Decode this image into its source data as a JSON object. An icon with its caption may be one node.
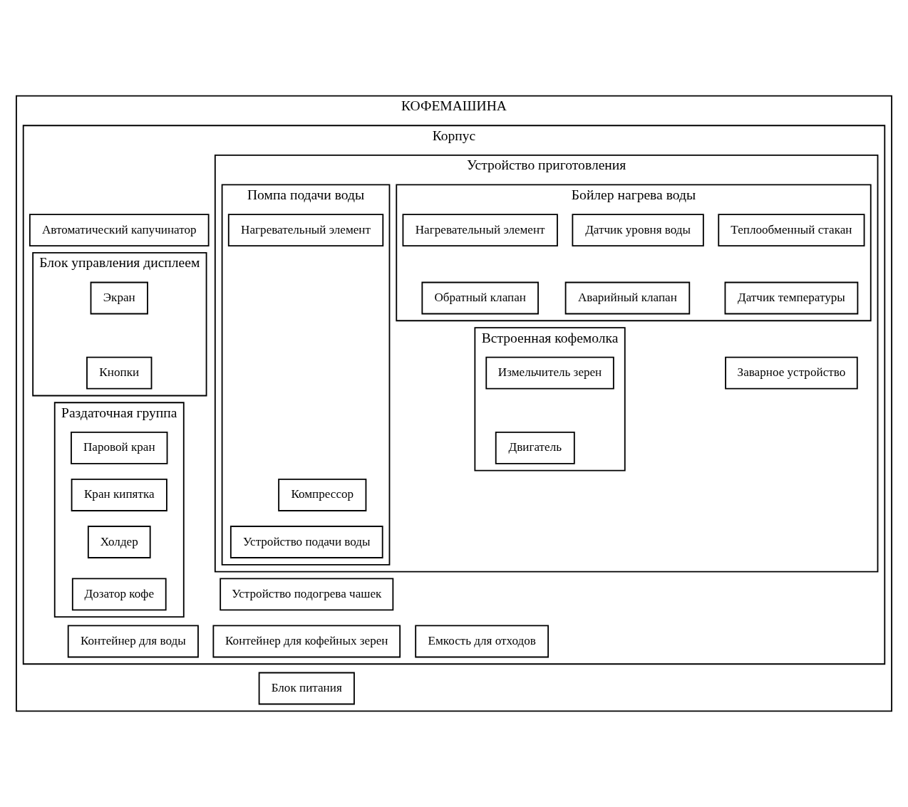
{
  "diagram": {
    "nodes": [
      {
        "text": [
          "КОФЕМАШИНА"
        ]
      },
      {
        "text": [
          "Корпус"
        ],
        "in": 0
      },
      {
        "text": [
          "Устройство приготовления"
        ],
        "in": 1
      },
      {
        "text": [
          "Бойлер нагрева воды"
        ],
        "in": 2
      },
      {
        "text": [
          "Датчик уровня воды"
        ],
        "in": 3
      },
      {
        "text": [
          "Теплообменный стакан"
        ],
        "in": 3
      },
      {
        "text": [
          "Нагревательный элемент"
        ],
        "in": 3
      },
      {
        "text": [
          "Аварийный клапан"
        ],
        "in": 3
      },
      {
        "text": [
          "Датчик температуры"
        ],
        "in": 3
      },
      {
        "text": [
          "Обратный клапан"
        ],
        "in": 3
      },
      {
        "text": [
          "Встроенная кофемолка"
        ],
        "in": 2
      },
      {
        "text": [
          "Измельчитель зерен"
        ],
        "in": 10
      },
      {
        "text": [
          "Двигатель"
        ],
        "in": 10
      },
      {
        "text": [
          "Заварное устройство"
        ],
        "in": 2
      },
      {
        "text": [
          "Помпа подачи воды"
        ],
        "in": 2
      },
      {
        "text": [
          "Компрессор"
        ],
        "in": 14
      },
      {
        "text": [
          "Устройство подачи воды"
        ],
        "in": 14
      },
      {
        "text": [
          "Нагревательный элемент"
        ],
        "in": 14
      },
      {
        "text": [
          "Автоматический капучинатор"
        ],
        "in": 1
      },
      {
        "text": [
          "Блок управления дисплеем"
        ],
        "in": 1
      },
      {
        "text": [
          "Экран"
        ],
        "in": 19
      },
      {
        "text": [
          "Кнопки"
        ],
        "in": 19
      },
      {
        "text": [
          "Раздаточная группа"
        ],
        "in": 1
      },
      {
        "text": [
          "Паровой кран"
        ],
        "in": 22
      },
      {
        "text": [
          "Кран кипятка"
        ],
        "in": 22
      },
      {
        "text": [
          "Холдер"
        ],
        "in": 22
      },
      {
        "text": [
          "Дозатор кофе"
        ],
        "in": 22
      },
      {
        "text": [
          "Устройство подогрева чашек"
        ],
        "in": 1
      },
      {
        "text": [
          "Контейнер для воды"
        ],
        "in": 1
      },
      {
        "text": [
          "Контейнер для кофейных зерен"
        ],
        "in": 1
      },
      {
        "text": [
          "Емкость для отходов"
        ],
        "in": 1
      },
      {
        "text": [
          "Блок питания"
        ],
        "in": 0
      }
    ]
  }
}
